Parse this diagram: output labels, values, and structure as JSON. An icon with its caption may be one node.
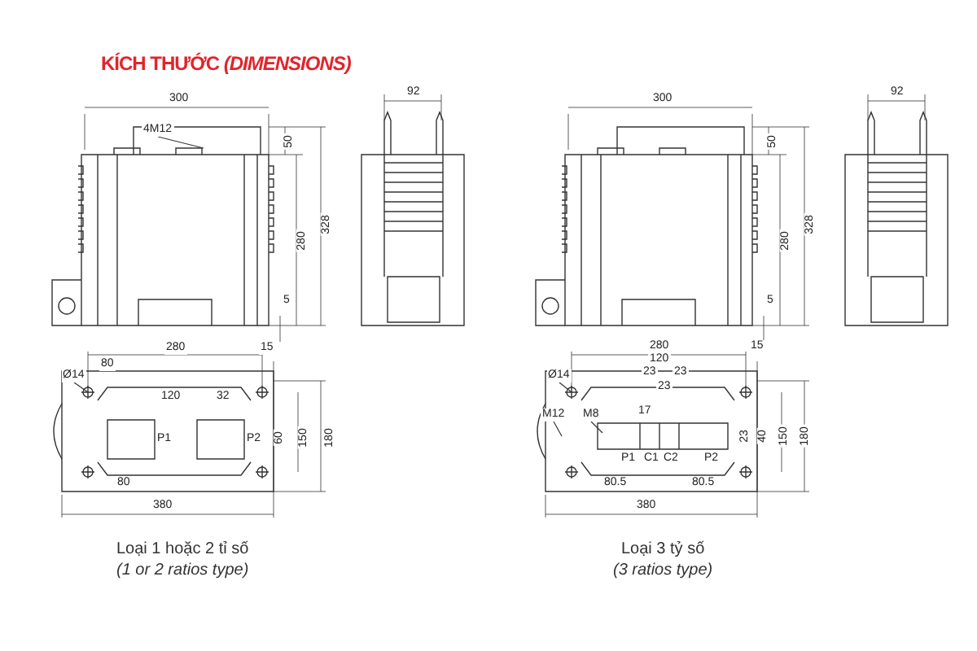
{
  "diagram": {
    "title": "KÍCH THƯỚC *(DIMENSIONS)*",
    "nodes": [
      {
        "text": [
          "4M12"
        ]
      },
      {
        "text": [
          "Ø14"
        ]
      },
      {
        "text": [
          "Ø14"
        ]
      },
      {
        "text": [
          "M12"
        ]
      },
      {
        "text": [
          "M8"
        ]
      }
    ],
    "edges": [
      {
        "from": 0,
        "to": null,
        "arrow": "none"
      },
      {
        "from": 1,
        "to": null,
        "arrow": "none"
      },
      {
        "from": 2,
        "to": null,
        "arrow": "none"
      },
      {
        "from": 3,
        "to": null,
        "arrow": "none"
      },
      {
        "from": 4,
        "to": null,
        "arrow": "none"
      }
    ],
    "labels": [
      "300",
      "50",
      "280",
      "328",
      "5",
      "92",
      "280",
      "15",
      "80",
      "120",
      "32",
      "P1",
      "P2",
      "60",
      "150",
      "180",
      "80",
      "380",
      "300",
      "50",
      "280",
      "328",
      "5",
      "92",
      "280",
      "15",
      "120",
      "23",
      "23",
      "23",
      "17",
      "P1",
      "C1",
      "C2",
      "P2",
      "23",
      "40",
      "150",
      "180",
      "80.5",
      "80.5",
      "380",
      "Loại 1 hoặc 2 tỉ số",
      "(1 or 2 ratios type)",
      "Loại 3 tỷ số",
      "(3 ratios type)"
    ]
  }
}
